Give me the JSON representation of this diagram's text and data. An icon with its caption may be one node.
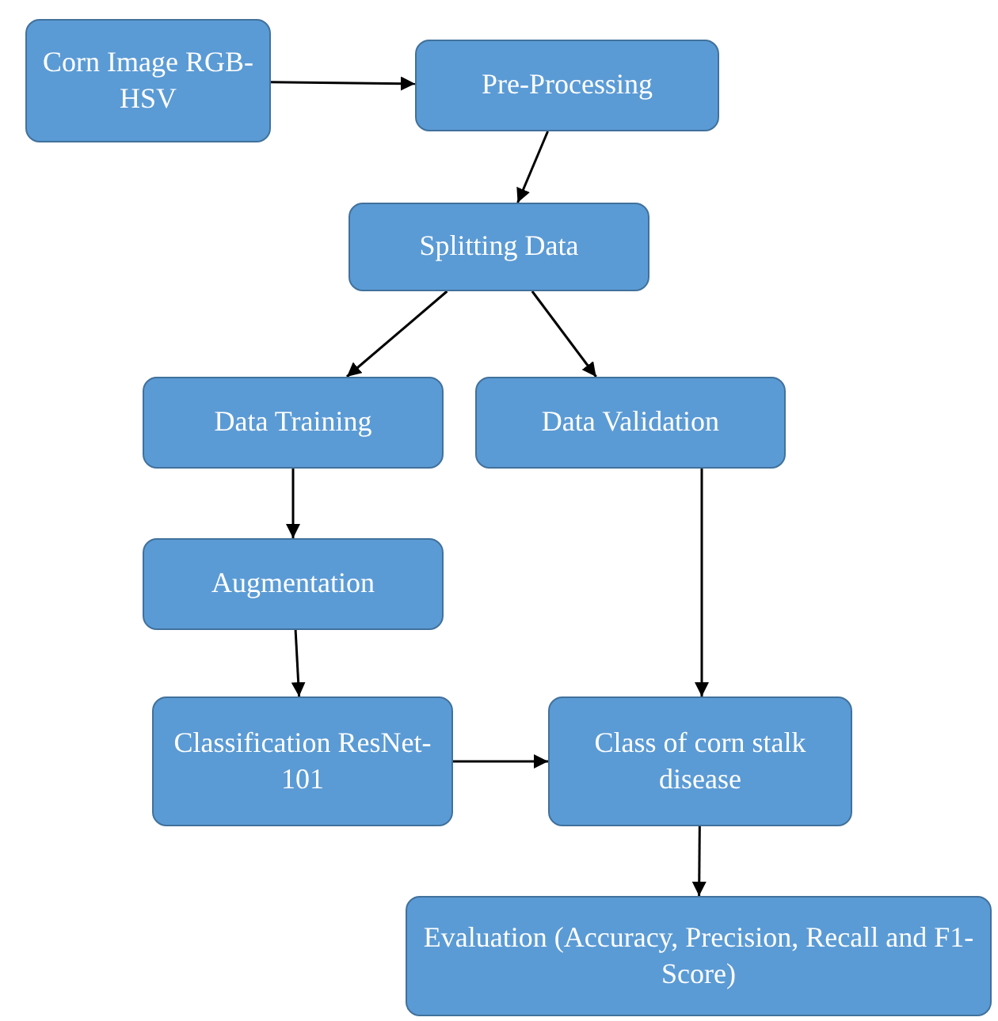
{
  "diagram": {
    "nodes": [
      {
        "text": [
          "Corn Image RGB-HSV"
        ]
      },
      {
        "text": [
          "Pre-Processing"
        ]
      },
      {
        "text": [
          "Splitting Data"
        ]
      },
      {
        "text": [
          "Data Training"
        ]
      },
      {
        "text": [
          "Data Validation"
        ]
      },
      {
        "text": [
          "Augmentation"
        ]
      },
      {
        "text": [
          "Classification ResNet-101"
        ]
      },
      {
        "text": [
          "Class of corn stalk disease"
        ]
      },
      {
        "text": [
          "Evaluation (Accuracy, Precision, Recall and F1-Score)"
        ]
      }
    ],
    "edges": [
      {
        "from": 0,
        "to": 1,
        "arrow": "to"
      },
      {
        "from": 1,
        "to": 2,
        "arrow": "to"
      },
      {
        "from": 2,
        "to": 3,
        "arrow": "to"
      },
      {
        "from": 2,
        "to": 4,
        "arrow": "to"
      },
      {
        "from": 3,
        "to": 5,
        "arrow": "to"
      },
      {
        "from": 5,
        "to": 6,
        "arrow": "to"
      },
      {
        "from": 6,
        "to": 7,
        "arrow": "to"
      },
      {
        "from": 4,
        "to": 7,
        "arrow": "to"
      },
      {
        "from": 7,
        "to": 8,
        "arrow": "to"
      }
    ]
  }
}
